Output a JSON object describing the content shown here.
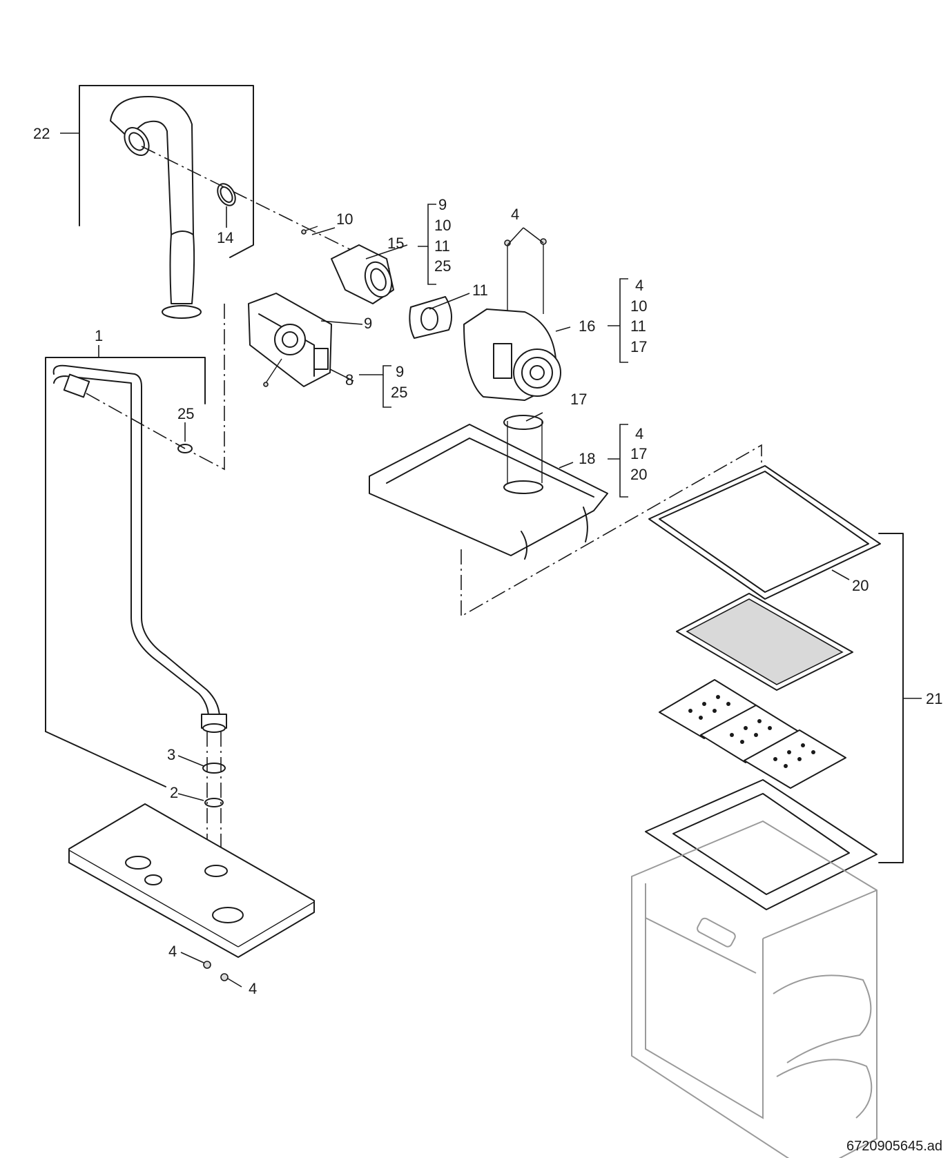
{
  "callouts": {
    "c1": "1",
    "c2": "2",
    "c3": "3",
    "c4a": "4",
    "c4b": "4",
    "c4c": "4",
    "c8": "8",
    "c9": "9",
    "c10": "10",
    "c11": "11",
    "c14": "14",
    "c15": "15",
    "c16": "16",
    "c17": "17",
    "c18": "18",
    "c20": "20",
    "c21": "21",
    "c22": "22",
    "c25": "25"
  },
  "kits": {
    "k15": [
      "9",
      "10",
      "11",
      "25"
    ],
    "k16": [
      "4",
      "10",
      "11",
      "17"
    ],
    "k8": [
      "9",
      "25"
    ],
    "k18": [
      "4",
      "17",
      "20"
    ]
  },
  "drawing_code": "6720905645.ad"
}
